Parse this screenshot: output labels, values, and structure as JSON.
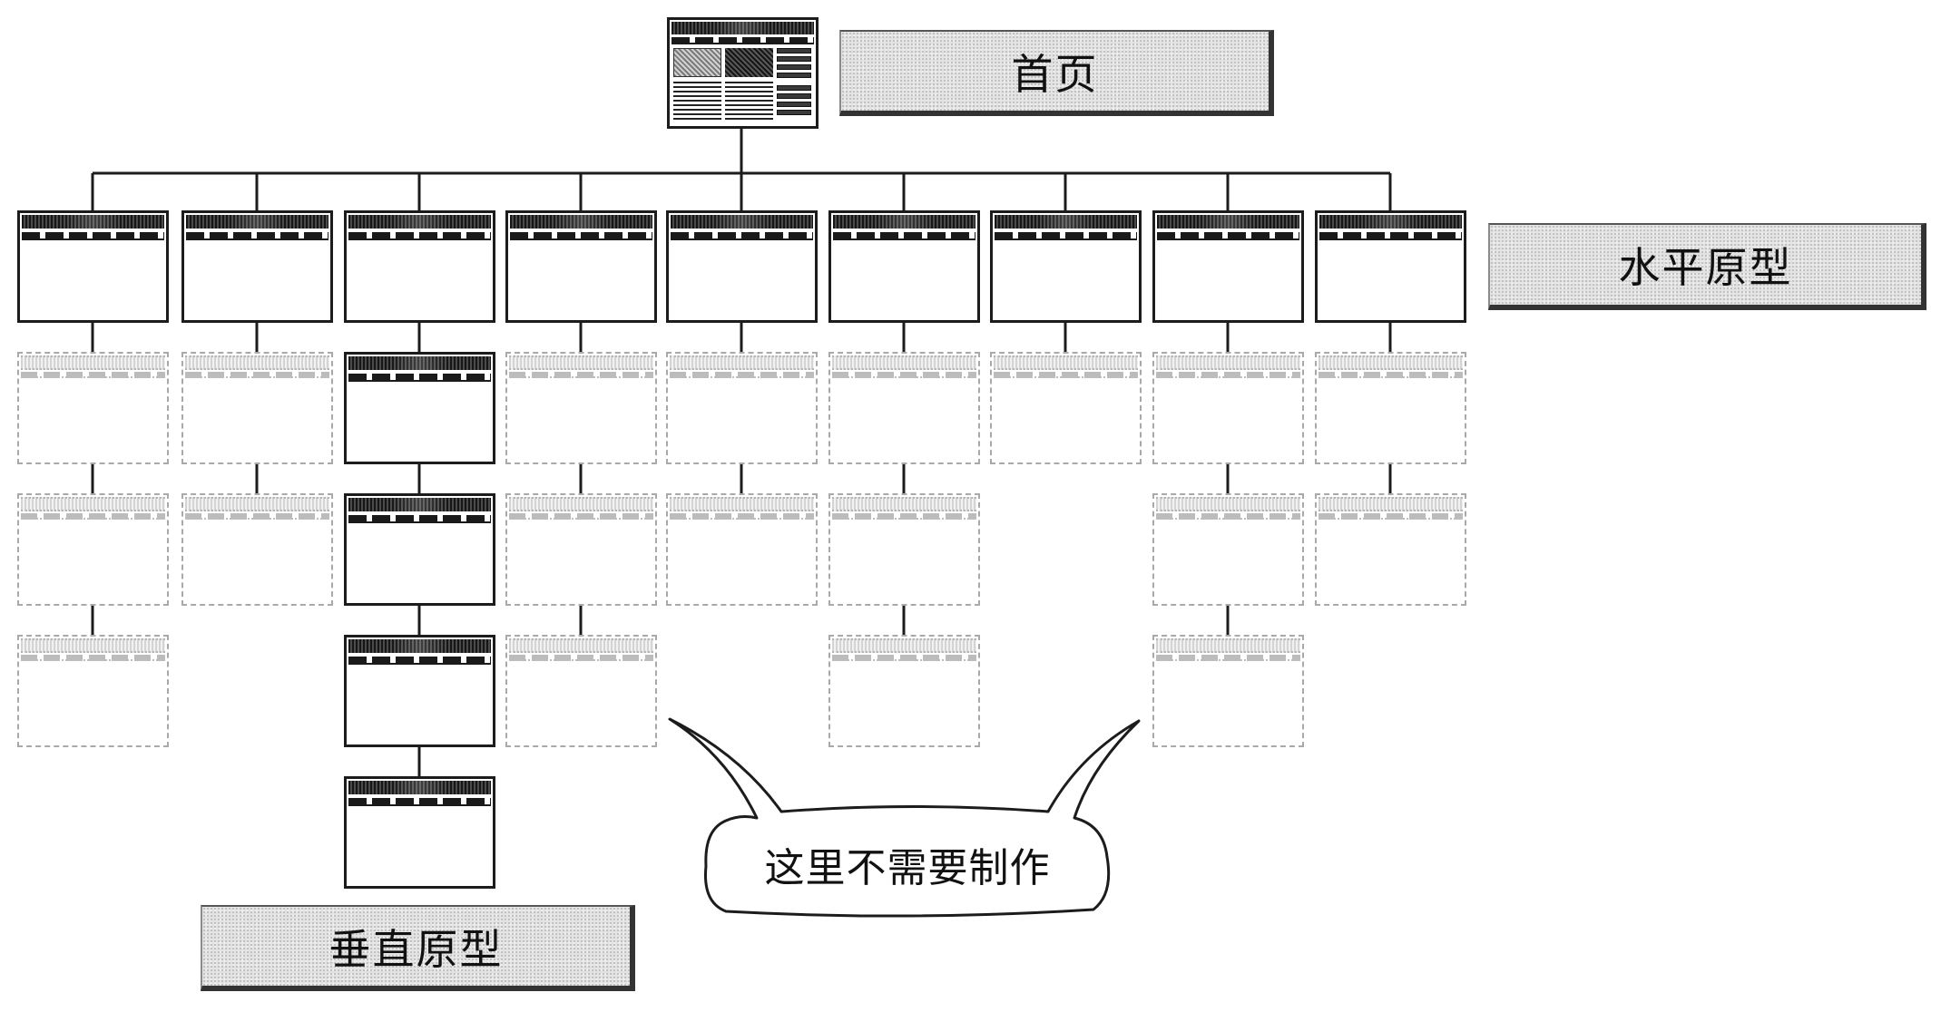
{
  "labels": {
    "home": "首页",
    "horizontal": "水平原型",
    "vertical": "垂直原型"
  },
  "callout": {
    "text": "这里不需要制作"
  },
  "tree": {
    "columns": [
      {
        "child_pages": 3,
        "children_built": false
      },
      {
        "child_pages": 2,
        "children_built": false
      },
      {
        "child_pages": 4,
        "children_built": true
      },
      {
        "child_pages": 3,
        "children_built": false
      },
      {
        "child_pages": 2,
        "children_built": false
      },
      {
        "child_pages": 3,
        "children_built": false
      },
      {
        "child_pages": 1,
        "children_built": false
      },
      {
        "child_pages": 3,
        "children_built": false
      },
      {
        "child_pages": 2,
        "children_built": false
      }
    ]
  },
  "colors": {
    "ink": "#1c1c1c",
    "draft": "#a9a9a9",
    "tag_background": "#e3e3e3"
  }
}
